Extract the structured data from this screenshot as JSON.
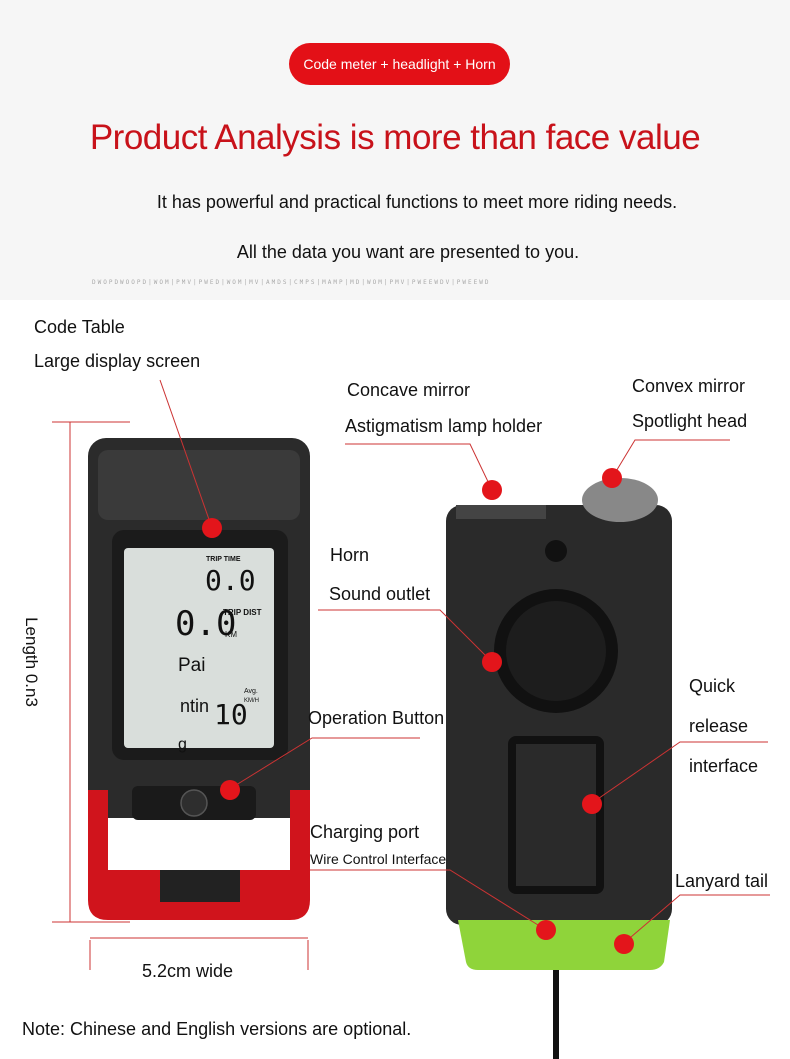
{
  "header": {
    "badge": "Code meter + headlight + Horn",
    "title": "Product Analysis is more than face value",
    "subtitle_1": "It has powerful and practical functions to meet more riding needs.",
    "subtitle_2": "All the data you want are presented to you.",
    "decorative_text": "DWOPDWOOPD|WOM|PMV|PWED|WOM|MV|AMDS|CMPS|MAMP|MD|WOM|PMV|PWEEWDV|PWEEWD"
  },
  "left_device": {
    "labels": {
      "code_table": "Code Table",
      "large_display": "Large display screen",
      "horn": "Horn",
      "sound_outlet": "Sound outlet",
      "operation_button": "Operation Button",
      "length": "Length 0.n3",
      "width": "5.2cm wide"
    },
    "screen": {
      "trip_time_label": "TRIP TIME",
      "trip_time_value": "0.0",
      "trip_dist_label": "TRIP DIST",
      "trip_dist_value": "0.0",
      "km_label": "KM",
      "speed_text": "Pai",
      "speed_unit_text": "ntin",
      "avg_label": "Avg.",
      "kmh_label": "KM/H",
      "small_value": "10",
      "bottom_char": "g"
    }
  },
  "right_device": {
    "labels": {
      "concave_mirror": "Concave mirror",
      "astigmatism_lamp": "Astigmatism lamp holder",
      "convex_mirror": "Convex mirror",
      "spotlight_head": "Spotlight head",
      "quick": "Quick",
      "release": "release",
      "interface": "interface",
      "charging_port": "Charging port",
      "wire_control": "Wire Control Interface",
      "lanyard_tail": "Lanyard tail"
    }
  },
  "footer": {
    "note": "Note: Chinese and English versions are optional."
  },
  "colors": {
    "accent_red": "#e3151b",
    "title_red": "#c8121a",
    "device_body": "#2a2a2a",
    "mount_red": "#d0141c",
    "mount_green": "#8fd43a"
  }
}
